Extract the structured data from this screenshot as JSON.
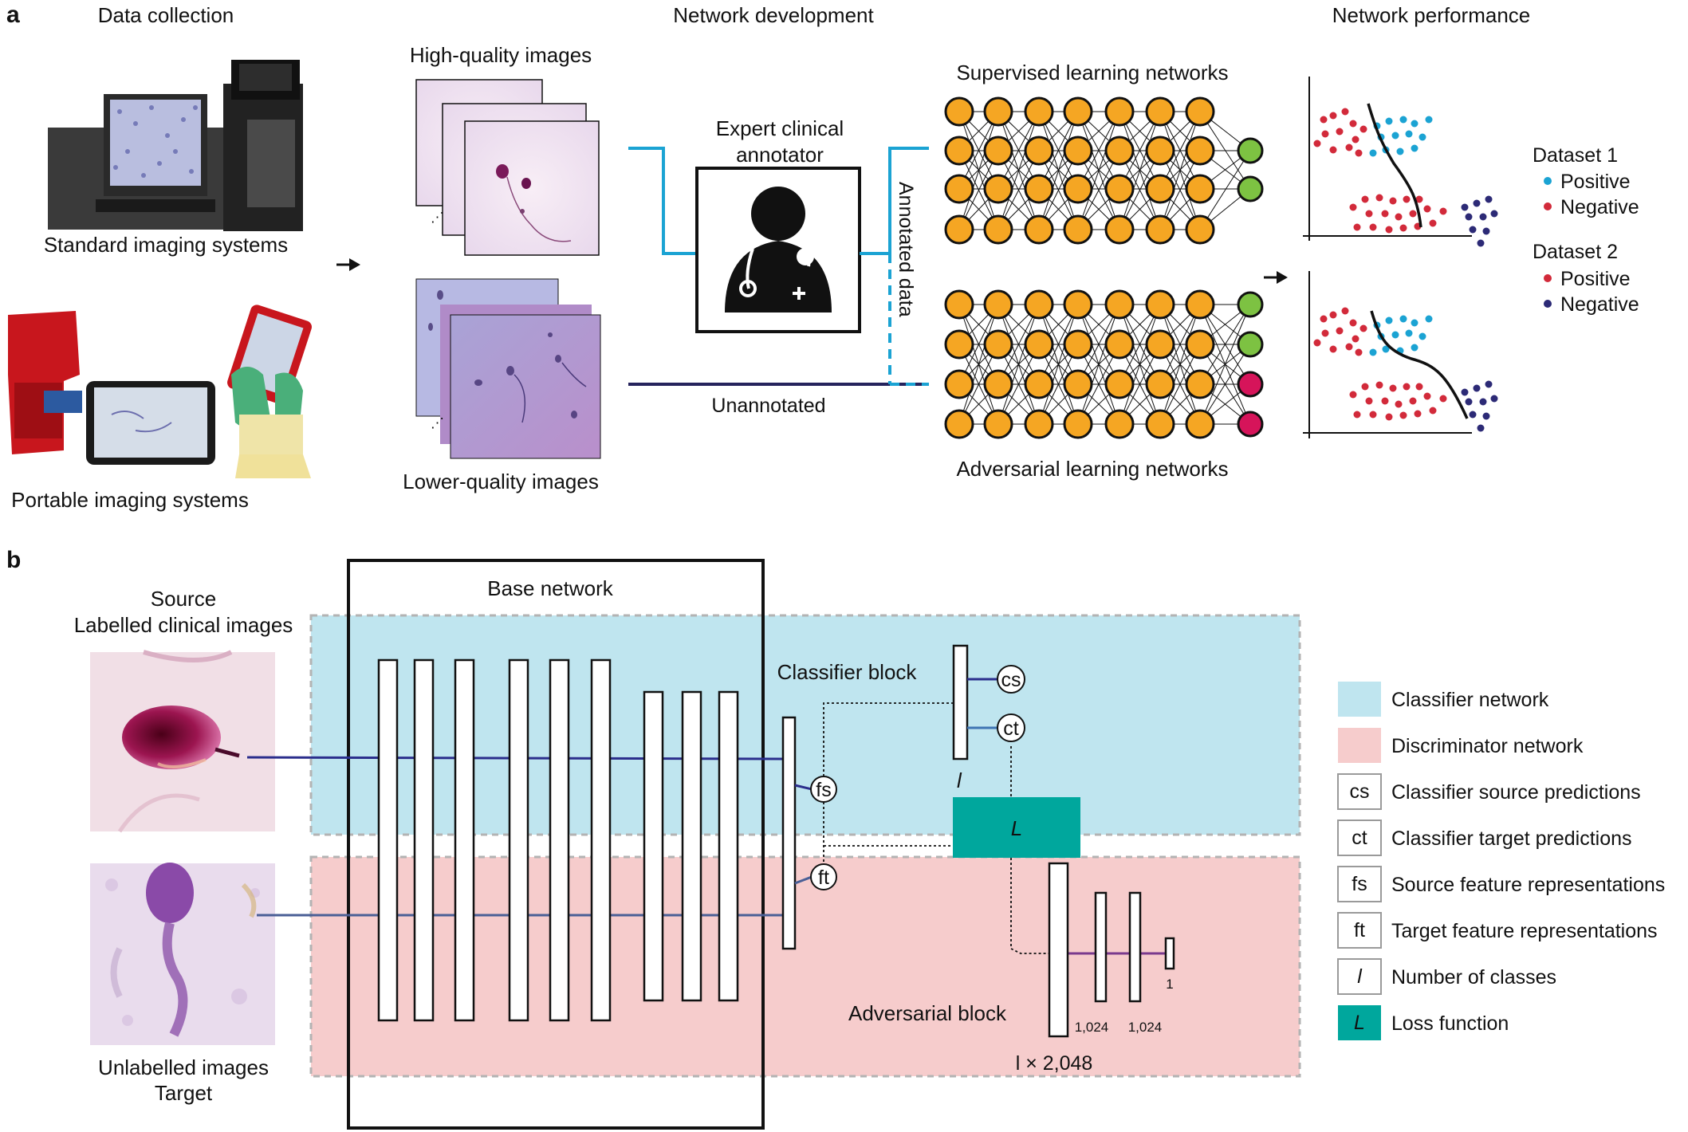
{
  "panel_a": {
    "label": "a",
    "data_collection": {
      "title": "Data collection",
      "standard_caption": "Standard imaging systems",
      "portable_caption": "Portable imaging systems"
    },
    "network_development": {
      "title": "Network development",
      "high_quality_label": "High-quality images",
      "lower_quality_label": "Lower-quality images",
      "annotator_label_line1": "Expert clinical",
      "annotator_label_line2": "annotator",
      "annotated_data_label": "Annotated data",
      "unannotated_label": "Unannotated",
      "supervised_label": "Supervised learning networks",
      "adversarial_label": "Adversarial learning networks"
    },
    "network_performance": {
      "title": "Network performance",
      "dataset1": "Dataset 1",
      "dataset2": "Dataset 2",
      "positive": "Positive",
      "negative": "Negative"
    },
    "colors": {
      "node": "#f5a623",
      "positive_out": "#7dc242",
      "negative_out": "#d6145a",
      "cyan": "#1ba3d3",
      "navy": "#25235c",
      "red": "#d22a3a",
      "blue_dot": "#2c2a76"
    }
  },
  "panel_b": {
    "label": "b",
    "source_line1": "Source",
    "source_line2": "Labelled clinical images",
    "target_line1": "Unlabelled images",
    "target_line2": "Target",
    "base_network": "Base network",
    "classifier_block": "Classifier block",
    "adversarial_block": "Adversarial block",
    "node_cs": "cs",
    "node_ct": "ct",
    "node_fs": "fs",
    "node_ft": "ft",
    "loss_symbol": "L",
    "classes_symbol": "l",
    "dim_2048": "l × 2,048",
    "dim_1024_a": "1,024",
    "dim_1024_b": "1,024",
    "dim_1": "1",
    "legend": [
      {
        "key": "",
        "label": "Classifier network"
      },
      {
        "key": "",
        "label": "Discriminator network"
      },
      {
        "key": "cs",
        "label": "Classifier source predictions"
      },
      {
        "key": "ct",
        "label": "Classifier target predictions"
      },
      {
        "key": "fs",
        "label": "Source feature representations"
      },
      {
        "key": "ft",
        "label": "Target feature representations"
      },
      {
        "key": "l",
        "label": "Number of classes"
      },
      {
        "key": "L",
        "label": "Loss function"
      }
    ],
    "colors": {
      "classifier_bg": "#bfe5ef",
      "discriminator_bg": "#f6cccc",
      "loss": "#00a79d",
      "line_source": "#2b2e8c",
      "line_target": "#4a5f96"
    }
  }
}
